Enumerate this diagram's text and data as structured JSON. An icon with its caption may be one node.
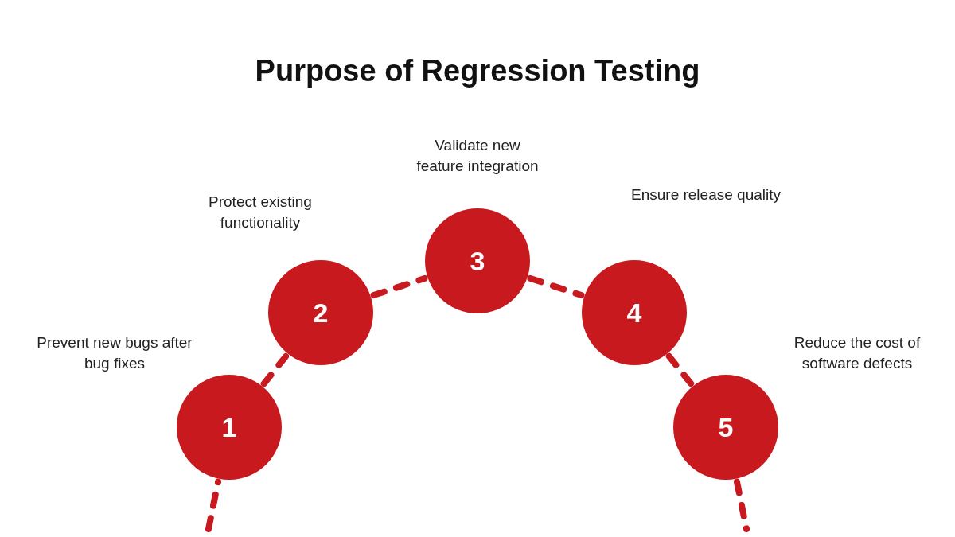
{
  "diagram": {
    "title": "Purpose of Regression Testing",
    "nodes": [
      {
        "text": [
          "1"
        ],
        "beside": [
          "Prevent new bugs after bug fixes"
        ]
      },
      {
        "text": [
          "2"
        ],
        "beside": [
          "Protect existing functionality"
        ]
      },
      {
        "text": [
          "3"
        ],
        "beside": [
          "Validate new feature integration"
        ]
      },
      {
        "text": [
          "4"
        ],
        "beside": [
          "Ensure release quality"
        ]
      },
      {
        "text": [
          "5"
        ],
        "beside": [
          "Reduce the cost of software defects"
        ]
      }
    ],
    "edges": [
      {
        "from": null,
        "to": 0,
        "arrow": "none",
        "style": "dashed"
      },
      {
        "from": 0,
        "to": 1,
        "arrow": "none",
        "style": "dashed"
      },
      {
        "from": 1,
        "to": 2,
        "arrow": "none",
        "style": "dashed"
      },
      {
        "from": 2,
        "to": 3,
        "arrow": "none",
        "style": "dashed"
      },
      {
        "from": 3,
        "to": 4,
        "arrow": "none",
        "style": "dashed"
      },
      {
        "from": 4,
        "to": null,
        "arrow": "none",
        "style": "dashed"
      }
    ]
  }
}
